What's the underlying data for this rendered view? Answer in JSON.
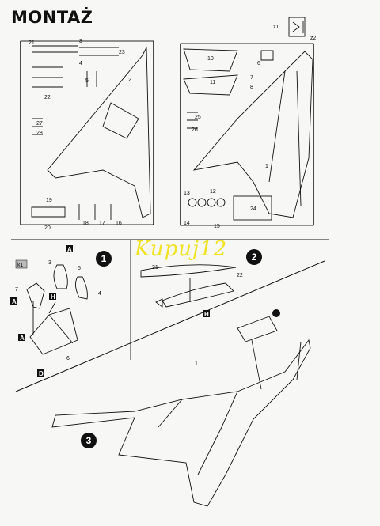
{
  "title": "MONTAŻ",
  "watermark": "Kupuj12",
  "step_numbers": [
    "1",
    "2",
    "3"
  ],
  "sprue_left_labels": [
    "3",
    "21",
    "4",
    "23",
    "22",
    "5",
    "2",
    "27",
    "28",
    "19",
    "18",
    "17",
    "16",
    "20"
  ],
  "sprue_right_labels": [
    "10",
    "6",
    "11",
    "7",
    "8",
    "25",
    "26",
    "1",
    "13",
    "12",
    "14",
    "15",
    "24"
  ],
  "detail_labels": [
    "z1",
    "z2"
  ],
  "step1_labels": [
    "3",
    "A",
    "5",
    "4",
    "H",
    "7",
    "A",
    "A",
    "6",
    "D"
  ],
  "step1_decal": "k1",
  "step2_labels": [
    "21",
    "22",
    "H"
  ],
  "step3_labels": [
    "1"
  ],
  "colors": {
    "ink": "#111111",
    "paper": "#f7f7f5",
    "watermark": "#f0e000",
    "badge": "#111111"
  }
}
